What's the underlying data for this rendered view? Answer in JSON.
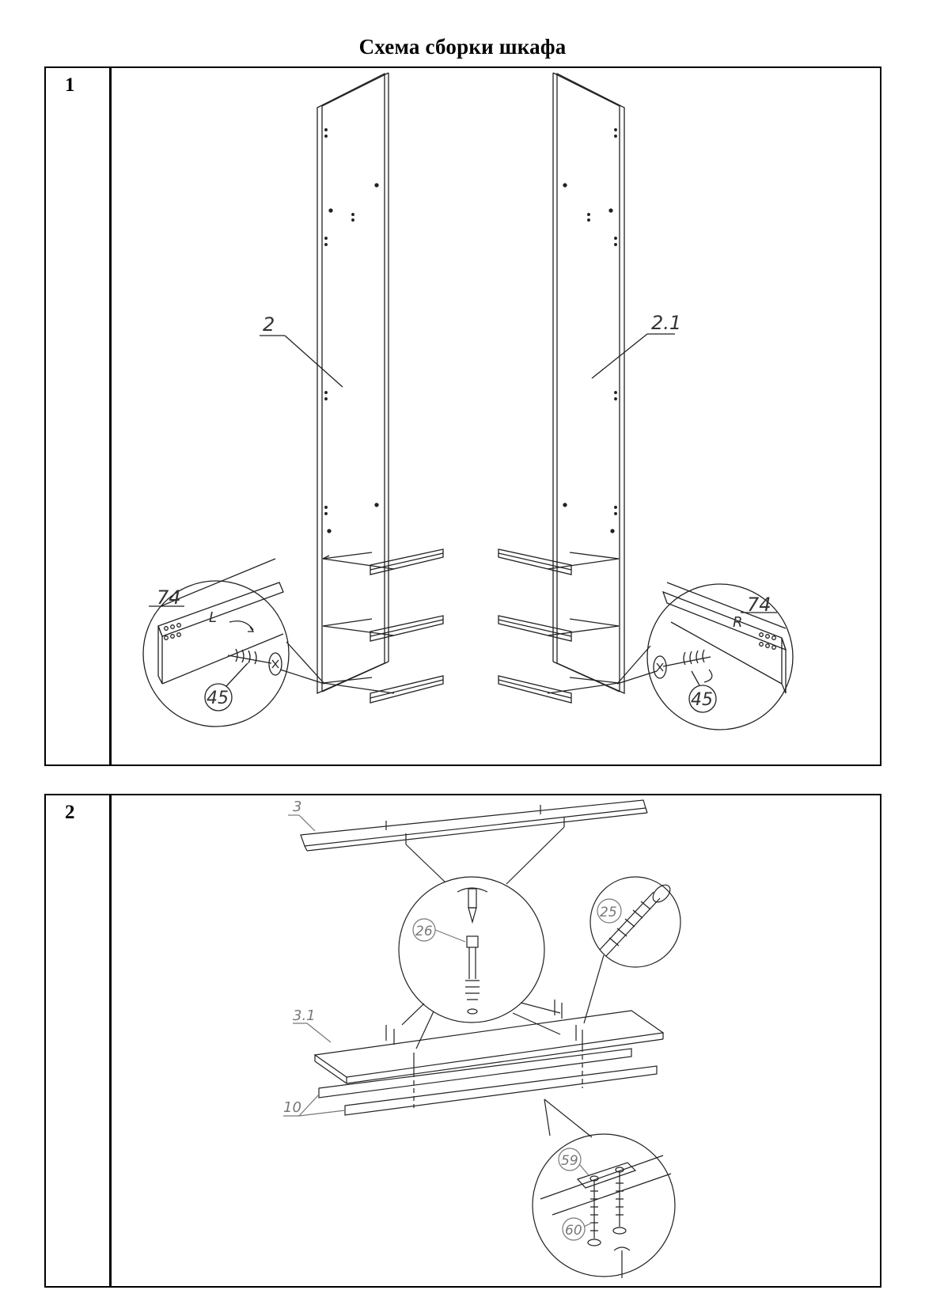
{
  "title": "Схема сборки шкафа",
  "steps": [
    {
      "number": "1",
      "labels": {
        "left_panel": "2",
        "right_panel": "2.1",
        "left_rail": "74",
        "left_side": "L",
        "left_screw": "45",
        "right_rail": "74",
        "right_side": "R",
        "right_screw": "45"
      }
    },
    {
      "number": "2",
      "labels": {
        "top_board": "3",
        "bottom_board": "3.1",
        "plinth": "10",
        "eccentric": "26",
        "confirmat": "25",
        "bracket": "59",
        "bracket_screw": "60"
      }
    }
  ]
}
